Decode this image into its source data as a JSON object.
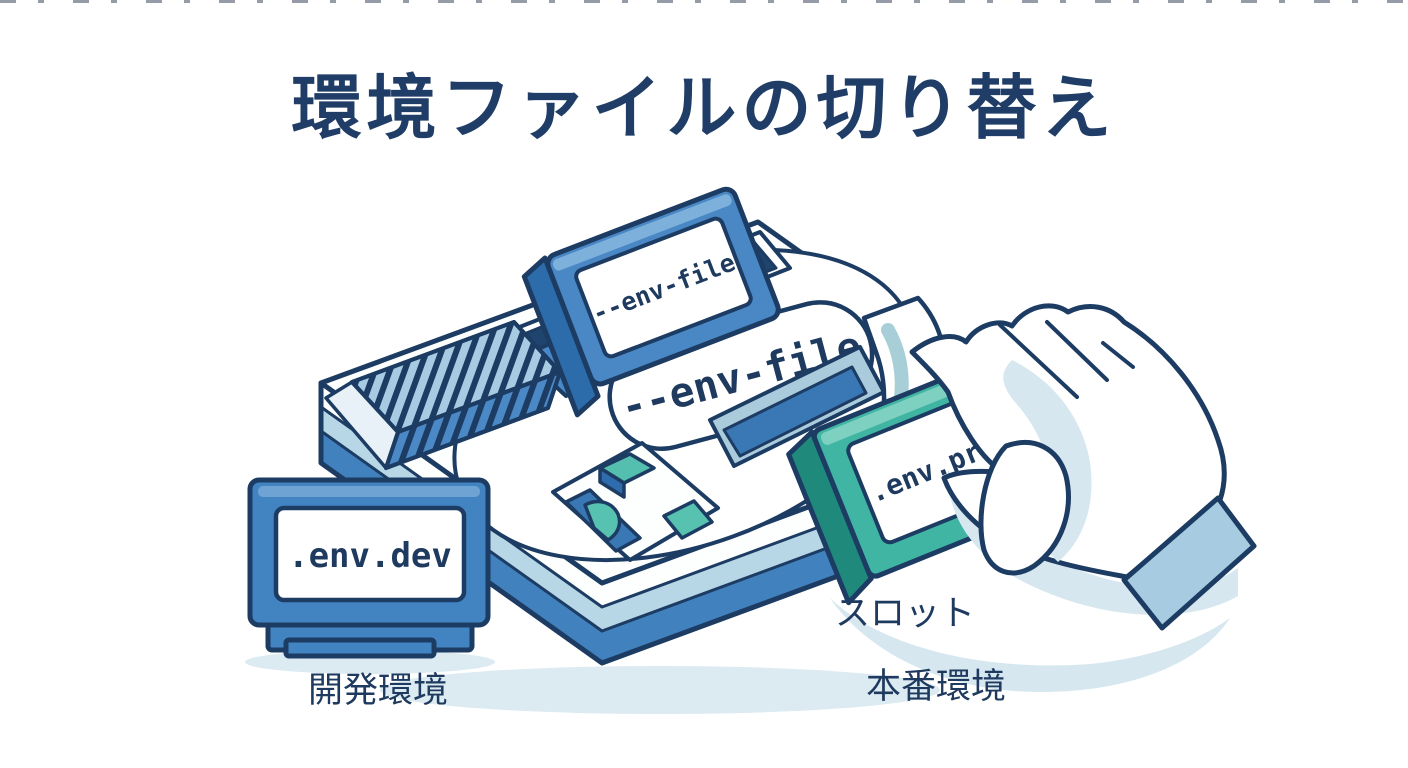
{
  "title": "環境ファイルの切り替え",
  "console": {
    "surface_label": "--env-file",
    "inserted_cartridge_label": "--env-file",
    "slot_caption": "スロット"
  },
  "dev_cartridge": {
    "label": ".env.dev",
    "caption": "開発環境"
  },
  "prod_cartridge": {
    "label": ".env.prod",
    "caption": "本番環境"
  },
  "palette": {
    "outline_navy": "#1d3c63",
    "text_navy": "#1e3a5f",
    "blue": "#4485c3",
    "blue_dark": "#2d6cab",
    "blue_light": "#aecfe4",
    "teal": "#3fb3a2",
    "teal_dark": "#1f8a7c",
    "shadow_blue": "#d9e8f1",
    "background": "#ffffff"
  }
}
